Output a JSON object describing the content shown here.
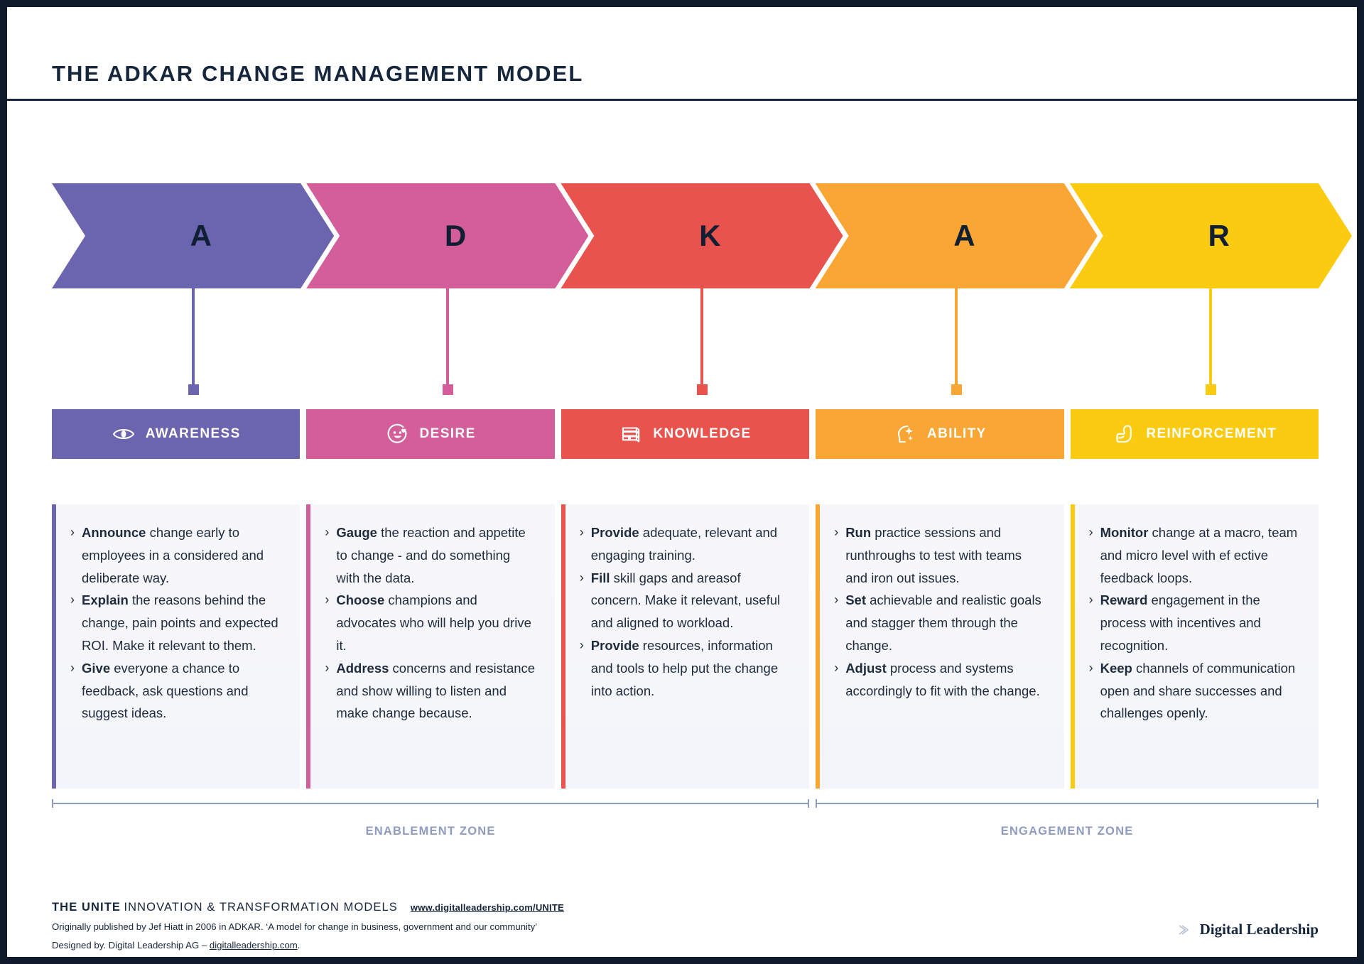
{
  "header": {
    "title": "THE ADKAR CHANGE MANAGEMENT MODEL"
  },
  "colors": {
    "awareness": "#6B64AF",
    "desire": "#D35E9A",
    "knowledge": "#E9534E",
    "ability": "#F9A634",
    "reinforcement": "#FBCB12",
    "ink": "#16263C",
    "zone": "#8F9CC0",
    "card_bg": "#F6F7FB"
  },
  "stages": [
    {
      "letter": "A",
      "label": "AWARENESS",
      "icon": "eye-icon",
      "color": "#6B64AF",
      "bullets": [
        {
          "lead": "Announce",
          "text": " change early to employees in a considered and deliberate way."
        },
        {
          "lead": "Explain",
          "text": " the reasons behind the change, pain points and expected ROI. Make it relevant to them."
        },
        {
          "lead": "Give",
          "text": " everyone a chance to feedback, ask questions and suggest ideas."
        }
      ]
    },
    {
      "letter": "D",
      "label": "DESIRE",
      "icon": "smiley-heart-icon",
      "color": "#D35E9A",
      "bullets": [
        {
          "lead": "Gauge",
          "text": " the reaction and appetite to change - and do something with the data."
        },
        {
          "lead": "Choose",
          "text": " champions and advocates who will help you drive it."
        },
        {
          "lead": "Address",
          "text": " concerns and resistance and show willing to listen and make change because."
        }
      ]
    },
    {
      "letter": "K",
      "label": "KNOWLEDGE",
      "icon": "books-icon",
      "color": "#E9534E",
      "bullets": [
        {
          "lead": "Provide",
          "text": " adequate, relevant and engaging training."
        },
        {
          "lead": "Fill",
          "text": " skill gaps and areasof concern. Make it relevant, useful and aligned to workload."
        },
        {
          "lead": "Provide",
          "text": " resources, information and tools to help put the change into action."
        }
      ]
    },
    {
      "letter": "A",
      "label": "ABILITY",
      "icon": "head-sparkle-icon",
      "color": "#F9A634",
      "bullets": [
        {
          "lead": "Run",
          "text": " practice sessions and runthroughs to test with teams and iron out issues."
        },
        {
          "lead": "Set",
          "text": " achievable and realistic goals and stagger them through the change."
        },
        {
          "lead": "Adjust",
          "text": " process and systems accordingly to fit with the change."
        }
      ]
    },
    {
      "letter": "R",
      "label": "REINFORCEMENT",
      "icon": "flexed-bicep-icon",
      "color": "#FBCB12",
      "bullets": [
        {
          "lead": "Monitor",
          "text": " change at a macro, team and micro level with ef ective feedback loops."
        },
        {
          "lead": "Reward",
          "text": " engagement in the process with incentives and recognition."
        },
        {
          "lead": "Keep",
          "text": " channels of communication open and share successes and challenges openly."
        }
      ]
    }
  ],
  "zones": [
    {
      "label": "ENABLEMENT ZONE"
    },
    {
      "label": "ENGAGEMENT ZONE"
    }
  ],
  "footer": {
    "unite_bold": "THE UNITE",
    "unite_rest": "INNOVATION & TRANSFORMATION MODELS",
    "url": "www.digitalleadership.com/UNITE",
    "line2": "Originally published by Jef  Hiatt in 2006 in ADKAR. ‘A model for change in business, government and our community’",
    "line3_pre": "Designed by. Digital Leadership AG – ",
    "line3_link": "digitalleadership.com",
    "line3_post": ".",
    "brand": "Digital Leadership"
  }
}
